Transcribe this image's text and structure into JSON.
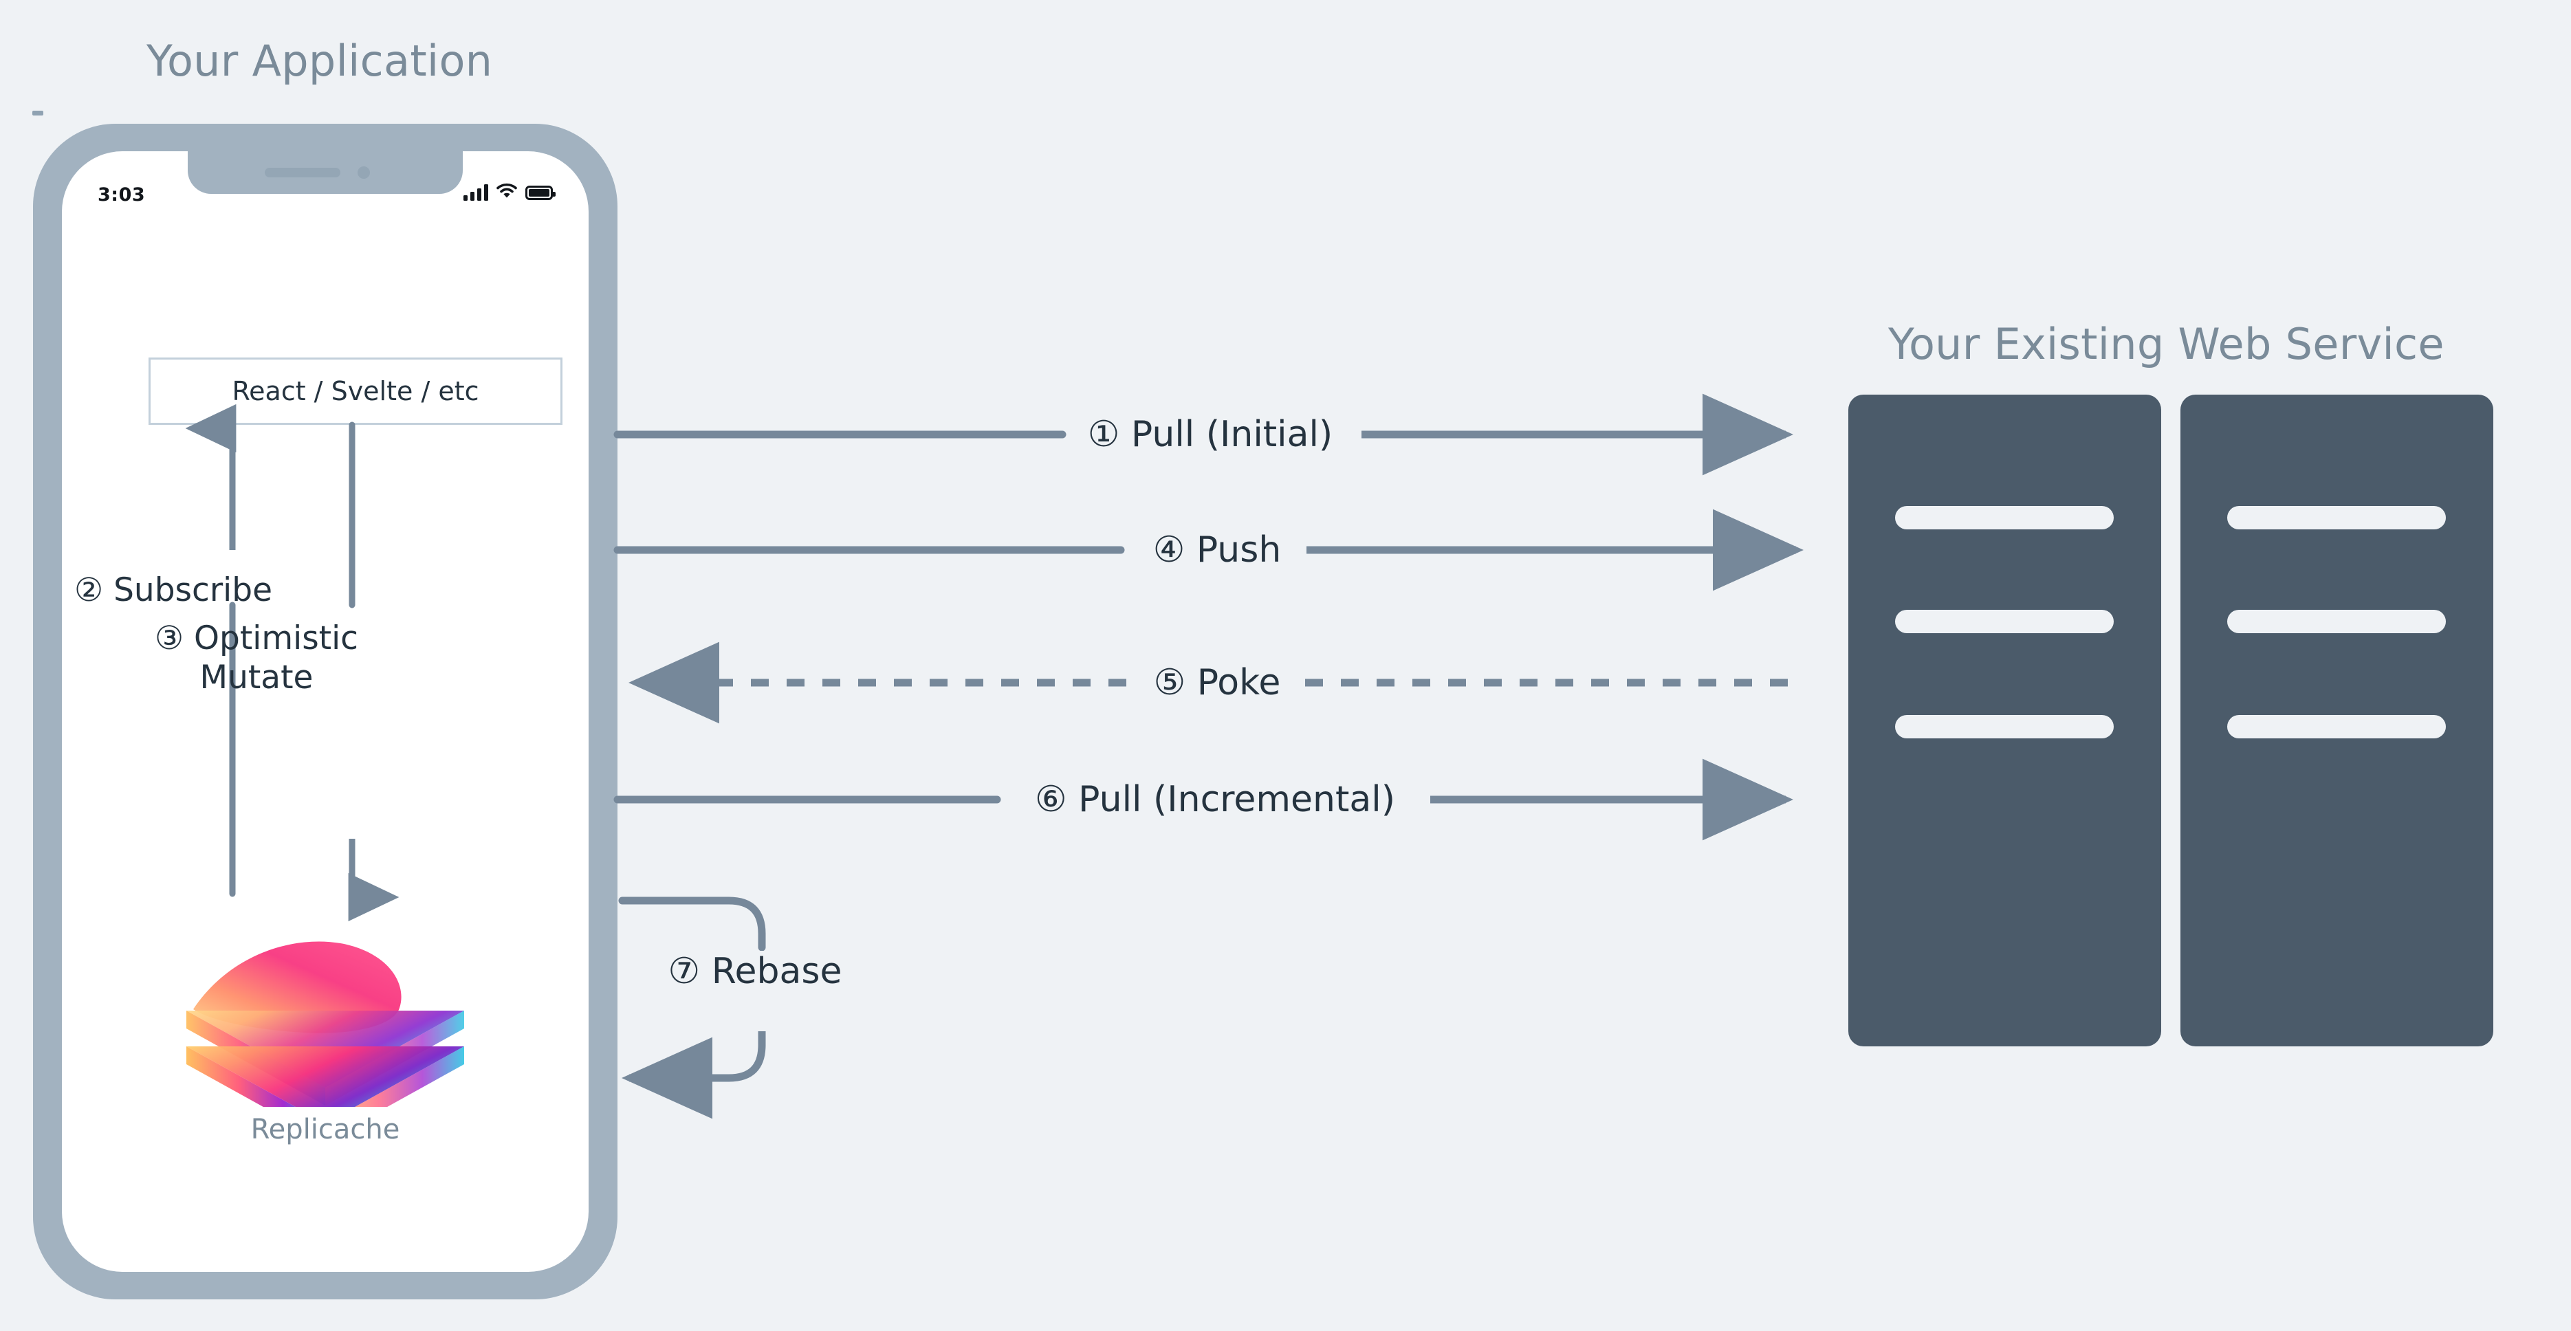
{
  "background_color": "#eff2f5",
  "client": {
    "title": "Your Application",
    "phone": {
      "status_bar": {
        "time": "3:03",
        "signal_icon": "signal-bars-icon",
        "wifi_icon": "wifi-icon",
        "battery_icon": "battery-icon"
      },
      "framework_box_label": "React / Svelte / etc",
      "steps": {
        "subscribe": "② Subscribe",
        "optimistic_mutate": "③ Optimistic Mutate"
      },
      "database": {
        "logo_icon": "replicache-layers-logo",
        "label": "Replicache"
      }
    }
  },
  "service": {
    "title": "Your Existing Web Service",
    "racks": [
      {
        "name": "server-rack-1",
        "bars": 3
      },
      {
        "name": "server-rack-2",
        "bars": 3
      }
    ]
  },
  "flows": [
    {
      "id": 1,
      "label": "① Pull (Initial)",
      "direction": "client-to-server",
      "style": "solid"
    },
    {
      "id": 4,
      "label": "④ Push",
      "direction": "client-to-server",
      "style": "solid"
    },
    {
      "id": 5,
      "label": "⑤ Poke",
      "direction": "server-to-client",
      "style": "dashed"
    },
    {
      "id": 6,
      "label": "⑥ Pull (Incremental)",
      "direction": "client-to-server",
      "style": "solid"
    },
    {
      "id": 7,
      "label": "⑦ Rebase",
      "direction": "client-loop",
      "style": "solid"
    }
  ],
  "colors": {
    "background": "#eff2f5",
    "phone_frame": "#a2b2c0",
    "phone_screen": "#ffffff",
    "server_body": "#4b5b6a",
    "server_bar": "#eff2f5",
    "title_text": "#7a8b99",
    "body_text": "#25333f",
    "arrow_stroke": "#76889a",
    "box_border": "#c3d0db"
  }
}
